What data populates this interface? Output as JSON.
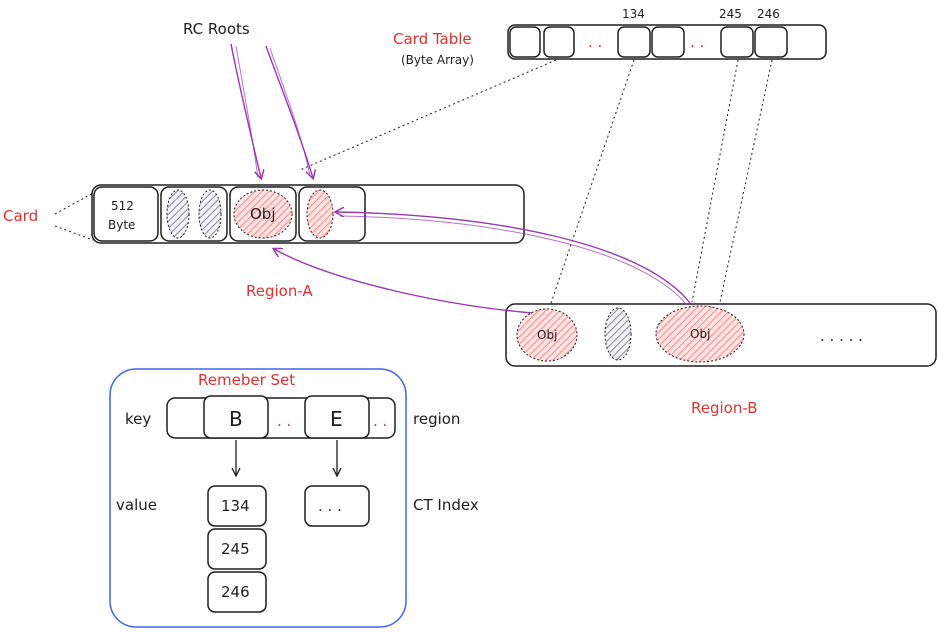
{
  "colors": {
    "stroke": "#1e1e1e",
    "accent_red": "#e03131",
    "arrow_purple": "#9c36b5",
    "remember_set_border": "#4263eb",
    "gray_fill": "#868e96",
    "red_fill": "#ffa8a8"
  },
  "labels": {
    "rc_roots": "RC Roots",
    "card_table": "Card Table",
    "card_table_sub": "(Byte Array)",
    "card": "Card",
    "card_size_line1": "512",
    "card_size_line2": "Byte",
    "obj": "Obj",
    "region_a": "Region-A",
    "region_b": "Region-B",
    "region_b_more": ". . . . .",
    "remember_set": "Remeber Set",
    "key": "key",
    "region": "region",
    "value": "value",
    "ct_index": "CT Index",
    "key_b": "B",
    "key_e": "E",
    "gap_dots": ". .",
    "more_values": ". . ."
  },
  "card_table_indices": [
    "134",
    "245",
    "246"
  ],
  "value_cells": [
    "134",
    "245",
    "246"
  ]
}
